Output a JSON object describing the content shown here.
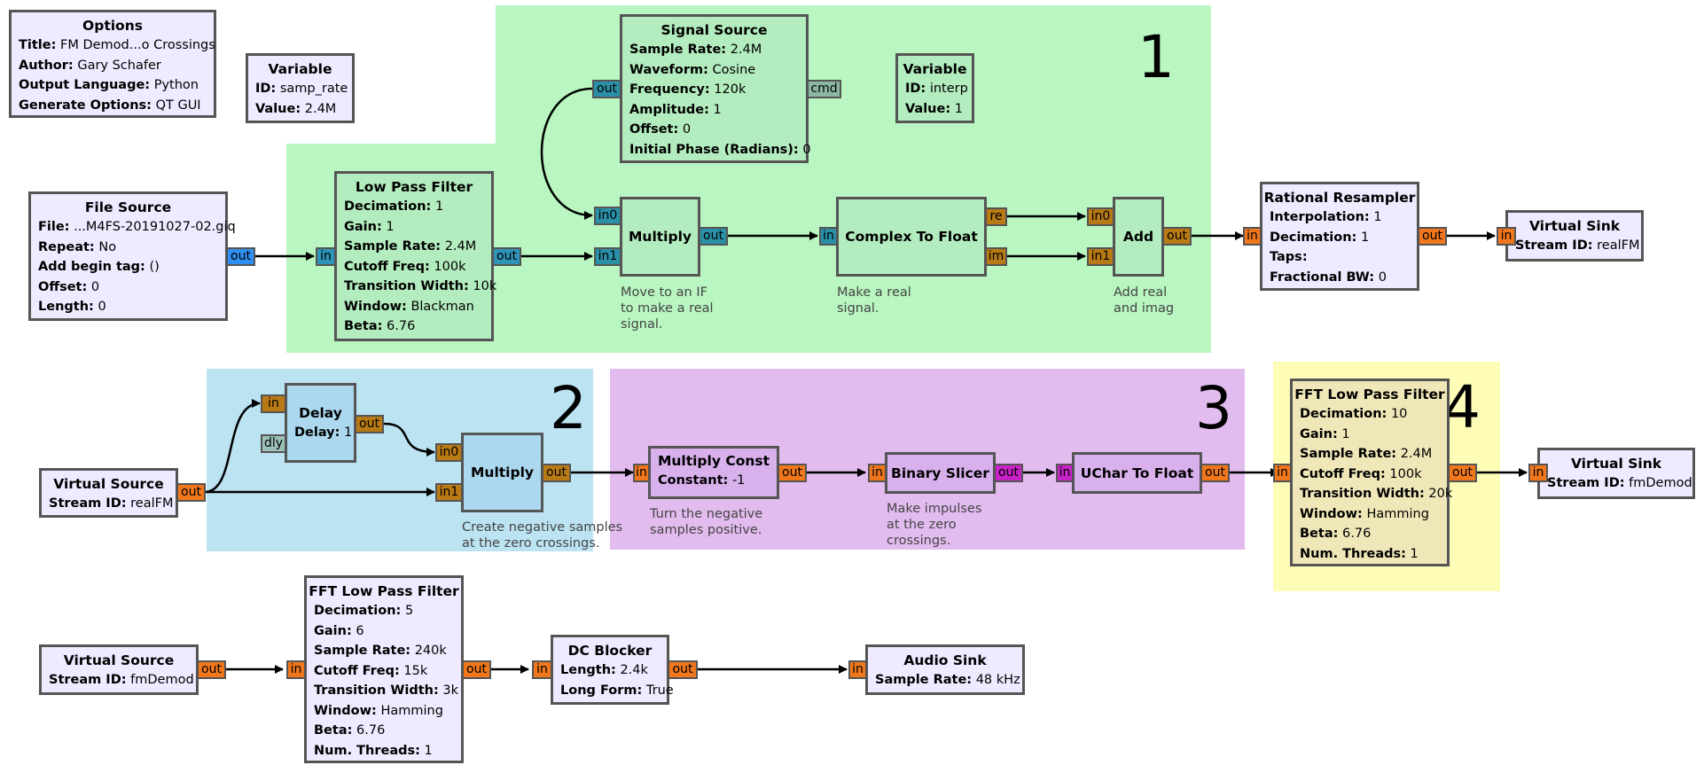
{
  "regions": [
    {
      "id": "region-1",
      "label": "1",
      "color": "#b9f6c1"
    },
    {
      "id": "region-2",
      "label": "2",
      "color": "#bce3f2"
    },
    {
      "id": "region-3",
      "label": "3",
      "color": "#e2bcef"
    },
    {
      "id": "region-4",
      "label": "4",
      "color": "#fdfdb8"
    }
  ],
  "options": {
    "title": "Options",
    "rows": [
      {
        "k": "Title:",
        "v": "FM Demod...o Crossings"
      },
      {
        "k": "Author:",
        "v": "Gary Schafer"
      },
      {
        "k": "Output Language:",
        "v": "Python"
      },
      {
        "k": "Generate Options:",
        "v": "QT GUI"
      }
    ]
  },
  "var_samp_rate": {
    "title": "Variable",
    "rows": [
      {
        "k": "ID:",
        "v": "samp_rate"
      },
      {
        "k": "Value:",
        "v": "2.4M"
      }
    ]
  },
  "var_interp": {
    "title": "Variable",
    "rows": [
      {
        "k": "ID:",
        "v": "interp"
      },
      {
        "k": "Value:",
        "v": "1"
      }
    ]
  },
  "file_source": {
    "title": "File Source",
    "rows": [
      {
        "k": "File:",
        "v": "...M4FS-20191027-02.giq"
      },
      {
        "k": "Repeat:",
        "v": "No"
      },
      {
        "k": "Add begin tag:",
        "v": "()"
      },
      {
        "k": "Offset:",
        "v": "0"
      },
      {
        "k": "Length:",
        "v": "0"
      }
    ],
    "ports": {
      "out": "out"
    }
  },
  "lpf": {
    "title": "Low Pass Filter",
    "rows": [
      {
        "k": "Decimation:",
        "v": "1"
      },
      {
        "k": "Gain:",
        "v": "1"
      },
      {
        "k": "Sample Rate:",
        "v": "2.4M"
      },
      {
        "k": "Cutoff Freq:",
        "v": "100k"
      },
      {
        "k": "Transition Width:",
        "v": "10k"
      },
      {
        "k": "Window:",
        "v": "Blackman"
      },
      {
        "k": "Beta:",
        "v": "6.76"
      }
    ],
    "ports": {
      "in": "in",
      "out": "out"
    }
  },
  "signal_source": {
    "title": "Signal Source",
    "rows": [
      {
        "k": "Sample Rate:",
        "v": "2.4M"
      },
      {
        "k": "Waveform:",
        "v": "Cosine"
      },
      {
        "k": "Frequency:",
        "v": "120k"
      },
      {
        "k": "Amplitude:",
        "v": "1"
      },
      {
        "k": "Offset:",
        "v": "0"
      },
      {
        "k": "Initial Phase (Radians):",
        "v": "0"
      }
    ],
    "ports": {
      "out": "out",
      "cmd": "cmd"
    }
  },
  "multiply1": {
    "title": "Multiply",
    "ports": {
      "in0": "in0",
      "in1": "in1",
      "out": "out"
    },
    "comment": "Move to an IF\nto make a real\nsignal."
  },
  "c2f": {
    "title": "Complex To Float",
    "ports": {
      "in": "in",
      "re": "re",
      "im": "im"
    },
    "comment": "Make a real\nsignal."
  },
  "add": {
    "title": "Add",
    "ports": {
      "in0": "in0",
      "in1": "in1",
      "out": "out"
    },
    "comment": "Add real\nand imag"
  },
  "resampler": {
    "title": "Rational Resampler",
    "rows": [
      {
        "k": "Interpolation:",
        "v": "1"
      },
      {
        "k": "Decimation:",
        "v": "1"
      },
      {
        "k": "Taps:",
        "v": ""
      },
      {
        "k": "Fractional BW:",
        "v": "0"
      }
    ],
    "ports": {
      "in": "in",
      "out": "out"
    }
  },
  "vsink_realfm": {
    "title": "Virtual Sink",
    "rows": [
      {
        "k": "Stream ID:",
        "v": "realFM"
      }
    ],
    "ports": {
      "in": "in"
    }
  },
  "vsource_realfm": {
    "title": "Virtual Source",
    "rows": [
      {
        "k": "Stream ID:",
        "v": "realFM"
      }
    ],
    "ports": {
      "out": "out"
    }
  },
  "delay": {
    "title": "Delay",
    "rows": [
      {
        "k": "Delay:",
        "v": "1"
      }
    ],
    "ports": {
      "in": "in",
      "dly": "dly",
      "out": "out"
    }
  },
  "multiply2": {
    "title": "Multiply",
    "ports": {
      "in0": "in0",
      "in1": "in1",
      "out": "out"
    },
    "comment": "Create negative samples\nat the zero crossings."
  },
  "mult_const": {
    "title": "Multiply Const",
    "rows": [
      {
        "k": "Constant:",
        "v": "-1"
      }
    ],
    "ports": {
      "in": "in",
      "out": "out"
    },
    "comment": "Turn the negative\nsamples positive."
  },
  "binary_slicer": {
    "title": "Binary Slicer",
    "ports": {
      "in": "in",
      "out": "out"
    },
    "comment": "Make impulses\nat the zero\ncrossings."
  },
  "uchar2float": {
    "title": "UChar To Float",
    "ports": {
      "in": "in",
      "out": "out"
    }
  },
  "fft_lpf1": {
    "title": "FFT Low Pass Filter",
    "rows": [
      {
        "k": "Decimation:",
        "v": "10"
      },
      {
        "k": "Gain:",
        "v": "1"
      },
      {
        "k": "Sample Rate:",
        "v": "2.4M"
      },
      {
        "k": "Cutoff Freq:",
        "v": "100k"
      },
      {
        "k": "Transition Width:",
        "v": "20k"
      },
      {
        "k": "Window:",
        "v": "Hamming"
      },
      {
        "k": "Beta:",
        "v": "6.76"
      },
      {
        "k": "Num. Threads:",
        "v": "1"
      }
    ],
    "ports": {
      "in": "in",
      "out": "out"
    }
  },
  "vsink_fmdemod": {
    "title": "Virtual Sink",
    "rows": [
      {
        "k": "Stream ID:",
        "v": "fmDemod"
      }
    ],
    "ports": {
      "in": "in"
    }
  },
  "vsource_fmdemod": {
    "title": "Virtual Source",
    "rows": [
      {
        "k": "Stream ID:",
        "v": "fmDemod"
      }
    ],
    "ports": {
      "out": "out"
    }
  },
  "fft_lpf2": {
    "title": "FFT Low Pass Filter",
    "rows": [
      {
        "k": "Decimation:",
        "v": "5"
      },
      {
        "k": "Gain:",
        "v": "6"
      },
      {
        "k": "Sample Rate:",
        "v": "240k"
      },
      {
        "k": "Cutoff Freq:",
        "v": "15k"
      },
      {
        "k": "Transition Width:",
        "v": "3k"
      },
      {
        "k": "Window:",
        "v": "Hamming"
      },
      {
        "k": "Beta:",
        "v": "6.76"
      },
      {
        "k": "Num. Threads:",
        "v": "1"
      }
    ],
    "ports": {
      "in": "in",
      "out": "out"
    }
  },
  "dc_blocker": {
    "title": "DC Blocker",
    "rows": [
      {
        "k": "Length:",
        "v": "2.4k"
      },
      {
        "k": "Long Form:",
        "v": "True"
      }
    ],
    "ports": {
      "in": "in",
      "out": "out"
    }
  },
  "audio_sink": {
    "title": "Audio Sink",
    "rows": [
      {
        "k": "Sample Rate:",
        "v": "48 kHz"
      }
    ],
    "ports": {
      "in": "in"
    }
  }
}
